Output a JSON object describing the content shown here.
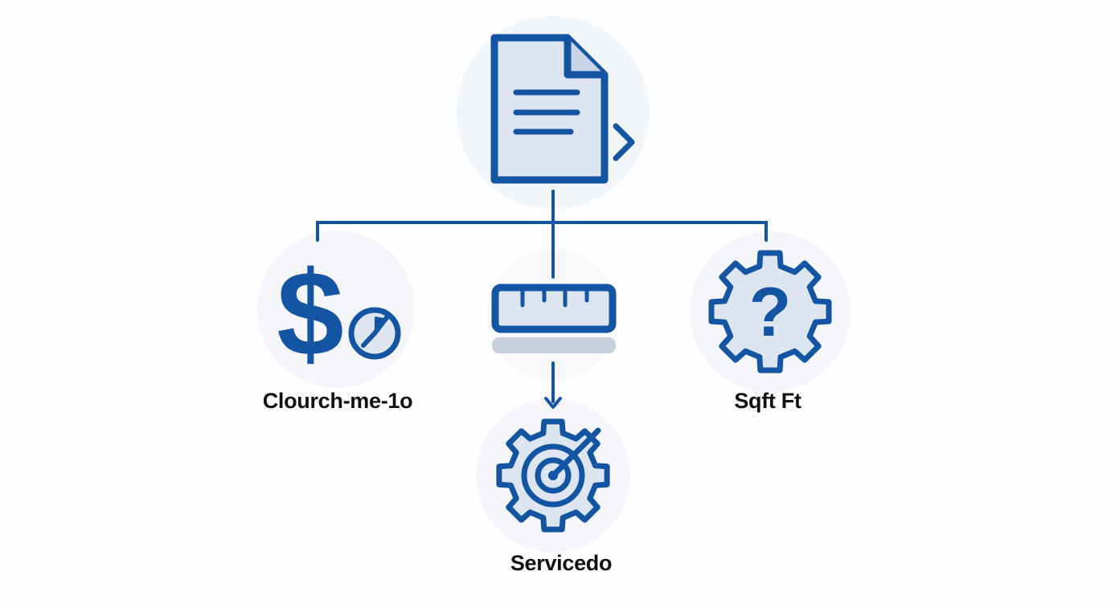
{
  "colors": {
    "primary_stroke": "#1455a3",
    "icon_fill": "#dde5f0",
    "shadow": "#c7d0dc",
    "halo": "#f1f4f8",
    "label_text": "#111111",
    "background": "#fdfeff"
  },
  "nodes": {
    "top": {
      "icon": "document-icon"
    },
    "left": {
      "icon": "dollar-clock-icon",
      "label": "Clourch-me-1o"
    },
    "center": {
      "icon": "ruler-icon"
    },
    "right": {
      "icon": "gear-question-icon",
      "label": "Sqft Ft"
    },
    "bottom": {
      "icon": "gear-target-icon",
      "label": "Servicedo"
    }
  }
}
